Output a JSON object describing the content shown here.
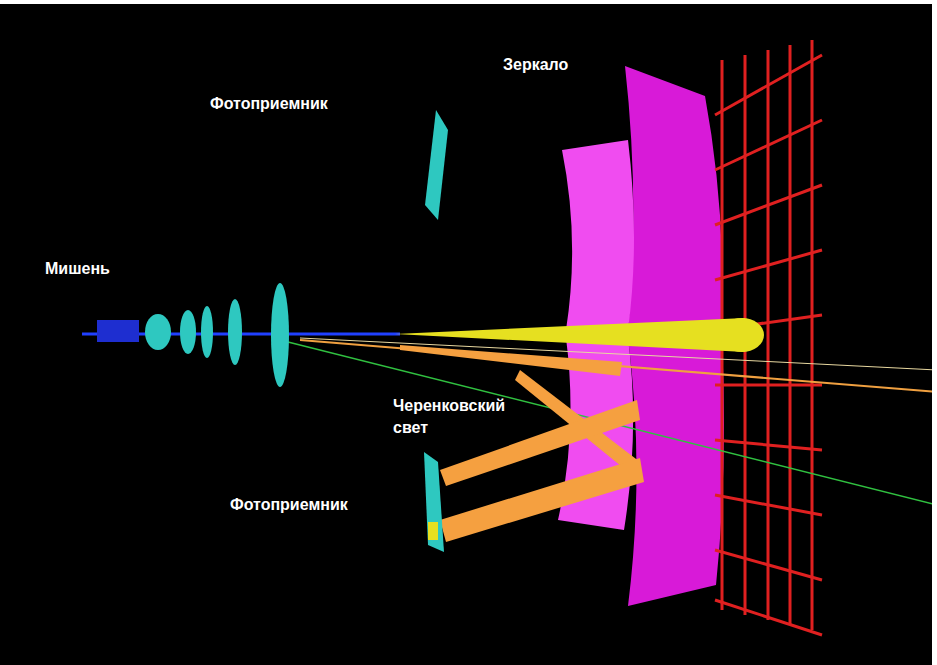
{
  "diagram": {
    "labels": [
      "Зеркало",
      "Фотоприемник",
      "Мишень",
      "Черенковский свет",
      "Фотоприемник"
    ]
  }
}
